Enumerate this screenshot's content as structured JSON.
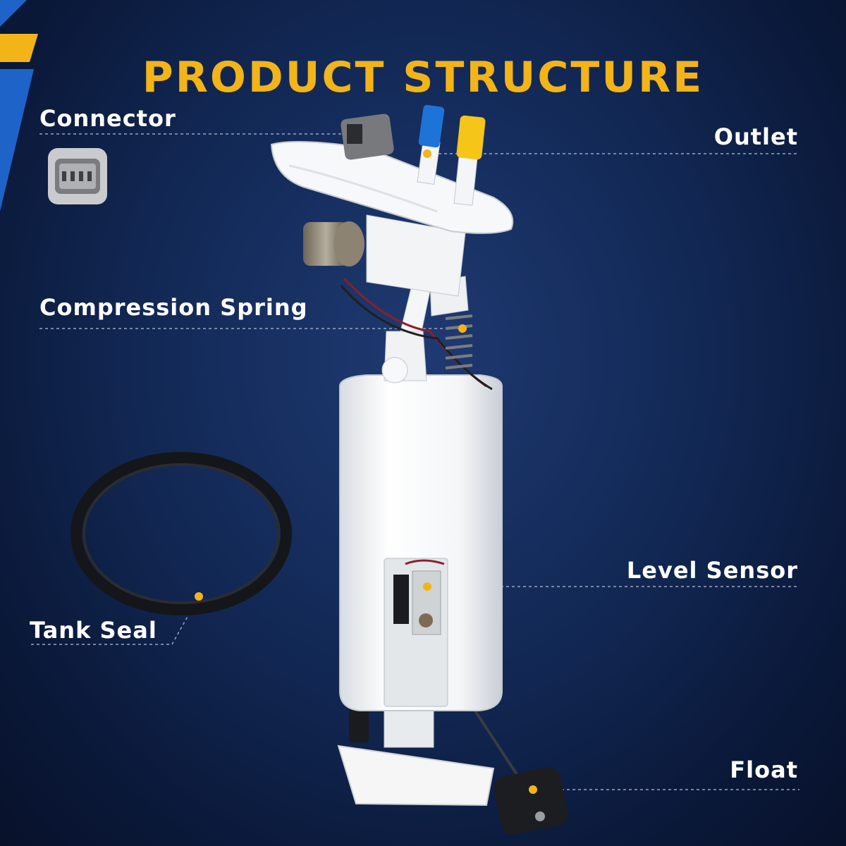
{
  "title": "PRODUCT STRUCTURE",
  "labels": {
    "connector": "Connector",
    "outlet": "Outlet",
    "compression_spring": "Compression Spring",
    "level_sensor": "Level Sensor",
    "tank_seal": "Tank Seal",
    "float": "Float"
  },
  "colors": {
    "background": "#132a58",
    "title": "#f2b418",
    "label_text": "#ffffff",
    "marker": "#f5b31a",
    "leader_line": "#9aa6c0",
    "corner_accent_blue": "#1e64c8",
    "corner_accent_yellow": "#f2b418",
    "pump_body": "#f2f4f6",
    "outlet_cap_blue": "#1e73d8",
    "outlet_cap_yellow": "#f5c518",
    "seal_ring": "#15161a"
  }
}
